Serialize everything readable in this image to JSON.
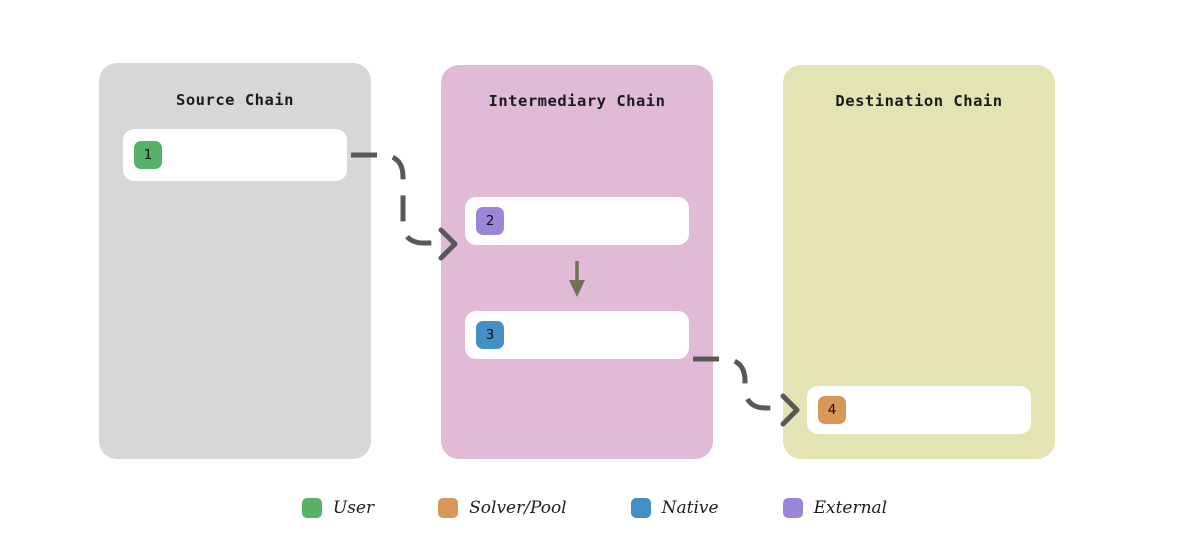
{
  "diagram": {
    "title_font_style": "monospace-bold",
    "panels": [
      {
        "id": "source",
        "title": "Source Chain",
        "color": "#d7d7d7"
      },
      {
        "id": "intermediary",
        "title": "Intermediary Chain",
        "color": "#e0bad7"
      },
      {
        "id": "destination",
        "title": "Destination Chain",
        "color": "#e3e3b4"
      }
    ],
    "cards": [
      {
        "id": "card-1",
        "step": "1",
        "label": "",
        "badge_color": "#55b268",
        "category": "User",
        "panel": "source"
      },
      {
        "id": "card-2",
        "step": "2",
        "label": "",
        "badge_color": "#9b85d8",
        "category": "External",
        "panel": "intermediary"
      },
      {
        "id": "card-3",
        "step": "3",
        "label": "",
        "badge_color": "#4490c4",
        "category": "Native",
        "panel": "intermediary"
      },
      {
        "id": "card-4",
        "step": "4",
        "label": "",
        "badge_color": "#d89757",
        "category": "Solver/Pool",
        "panel": "destination"
      }
    ],
    "connectors": [
      {
        "id": "connector-source-to-intermediary",
        "from": "card-1",
        "to": "card-2",
        "style": "dashed",
        "arrow": "chevron",
        "color": "#585858"
      },
      {
        "id": "connector-intermediary-to-destination",
        "from": "card-3",
        "to": "card-4",
        "style": "dashed",
        "arrow": "chevron",
        "color": "#585858"
      },
      {
        "id": "connector-step2-to-step3",
        "from": "card-2",
        "to": "card-3",
        "style": "solid",
        "arrow": "triangle",
        "color": "#6e7355"
      }
    ],
    "legend": {
      "items": [
        {
          "label": "User",
          "color": "#55b268"
        },
        {
          "label": "Solver/Pool",
          "color": "#d89757"
        },
        {
          "label": "Native",
          "color": "#4490c4"
        },
        {
          "label": "External",
          "color": "#9b85d8"
        }
      ]
    }
  }
}
